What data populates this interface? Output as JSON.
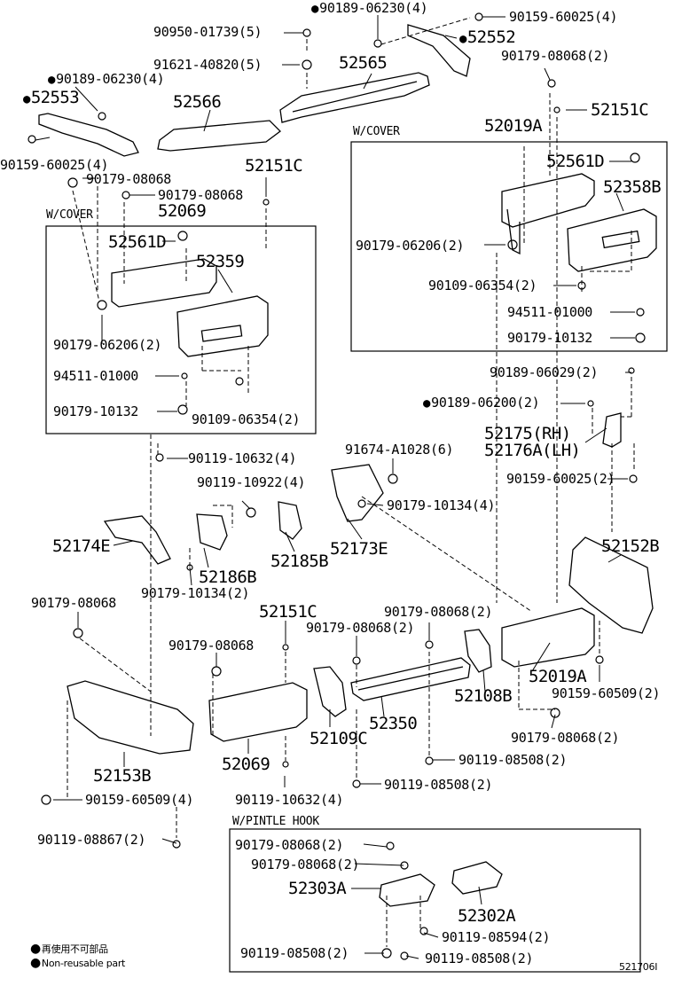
{
  "figure_code": "521706I",
  "legend": [
    {
      "id": "nonreusable_jp",
      "text": "再使用不可部品"
    },
    {
      "id": "nonreusable_en",
      "text": "Non-reusable part"
    }
  ],
  "groups": [
    {
      "id": "cover_left",
      "title": "W/COVER"
    },
    {
      "id": "cover_right",
      "title": "W/COVER"
    },
    {
      "id": "pintle",
      "title": "W/PINTLE HOOK"
    }
  ],
  "callouts": [
    {
      "id": "c01",
      "text": "90189-06230(4)",
      "nonreusable": true
    },
    {
      "id": "c02",
      "text": "90159-60025(4)",
      "nonreusable": false
    },
    {
      "id": "c03",
      "text": "90950-01739(5)",
      "nonreusable": false
    },
    {
      "id": "c04",
      "text": "52552",
      "nonreusable": true
    },
    {
      "id": "c05",
      "text": "91621-40820(5)",
      "nonreusable": false
    },
    {
      "id": "c06",
      "text": "52565",
      "nonreusable": false
    },
    {
      "id": "c07",
      "text": "90179-08068(2)",
      "nonreusable": false
    },
    {
      "id": "c08",
      "text": "90189-06230(4)",
      "nonreusable": true
    },
    {
      "id": "c09",
      "text": "52553",
      "nonreusable": true
    },
    {
      "id": "c10",
      "text": "52566",
      "nonreusable": false
    },
    {
      "id": "c11",
      "text": "52151C",
      "nonreusable": false
    },
    {
      "id": "c12",
      "text": "52019A",
      "nonreusable": false
    },
    {
      "id": "c13",
      "text": "90159-60025(4)",
      "nonreusable": false
    },
    {
      "id": "c14",
      "text": "90179-08068",
      "nonreusable": false
    },
    {
      "id": "c15",
      "text": "52151C",
      "nonreusable": false
    },
    {
      "id": "c16",
      "text": "90179-08068",
      "nonreusable": false
    },
    {
      "id": "c17",
      "text": "52069",
      "nonreusable": false
    },
    {
      "id": "c18",
      "text": "52561D",
      "nonreusable": false
    },
    {
      "id": "c19",
      "text": "52358B",
      "nonreusable": false
    },
    {
      "id": "c20",
      "text": "52561D",
      "nonreusable": false
    },
    {
      "id": "c21",
      "text": "52359",
      "nonreusable": false
    },
    {
      "id": "c22",
      "text": "90179-06206(2)",
      "nonreusable": false
    },
    {
      "id": "c23",
      "text": "90109-06354(2)",
      "nonreusable": false
    },
    {
      "id": "c24",
      "text": "94511-01000",
      "nonreusable": false
    },
    {
      "id": "c25",
      "text": "90179-10132",
      "nonreusable": false
    },
    {
      "id": "c26",
      "text": "90179-06206(2)",
      "nonreusable": false
    },
    {
      "id": "c27",
      "text": "94511-01000",
      "nonreusable": false
    },
    {
      "id": "c28",
      "text": "90179-10132",
      "nonreusable": false
    },
    {
      "id": "c29",
      "text": "90109-06354(2)",
      "nonreusable": false
    },
    {
      "id": "c30",
      "text": "90189-06029(2)",
      "nonreusable": false
    },
    {
      "id": "c31",
      "text": "90189-06200(2)",
      "nonreusable": true
    },
    {
      "id": "c32",
      "text": "52175(RH)",
      "nonreusable": false
    },
    {
      "id": "c33",
      "text": "52176A(LH)",
      "nonreusable": false
    },
    {
      "id": "c34",
      "text": "90119-10632(4)",
      "nonreusable": false
    },
    {
      "id": "c35",
      "text": "91674-A1028(6)",
      "nonreusable": false
    },
    {
      "id": "c36",
      "text": "90119-10922(4)",
      "nonreusable": false
    },
    {
      "id": "c37",
      "text": "90159-60025(2)",
      "nonreusable": false
    },
    {
      "id": "c38",
      "text": "90179-10134(4)",
      "nonreusable": false
    },
    {
      "id": "c39",
      "text": "52174E",
      "nonreusable": false
    },
    {
      "id": "c40",
      "text": "52186B",
      "nonreusable": false
    },
    {
      "id": "c41",
      "text": "52185B",
      "nonreusable": false
    },
    {
      "id": "c42",
      "text": "52173E",
      "nonreusable": false
    },
    {
      "id": "c43",
      "text": "52152B",
      "nonreusable": false
    },
    {
      "id": "c44",
      "text": "90179-10134(2)",
      "nonreusable": false
    },
    {
      "id": "c45",
      "text": "90179-08068",
      "nonreusable": false
    },
    {
      "id": "c46",
      "text": "52151C",
      "nonreusable": false
    },
    {
      "id": "c47",
      "text": "90179-08068(2)",
      "nonreusable": false
    },
    {
      "id": "c48",
      "text": "90179-08068(2)",
      "nonreusable": false
    },
    {
      "id": "c49",
      "text": "90179-08068",
      "nonreusable": false
    },
    {
      "id": "c50",
      "text": "52019A",
      "nonreusable": false
    },
    {
      "id": "c51",
      "text": "52108B",
      "nonreusable": false
    },
    {
      "id": "c52",
      "text": "90159-60509(2)",
      "nonreusable": false
    },
    {
      "id": "c53",
      "text": "52350",
      "nonreusable": false
    },
    {
      "id": "c54",
      "text": "52109C",
      "nonreusable": false
    },
    {
      "id": "c55",
      "text": "90179-08068(2)",
      "nonreusable": false
    },
    {
      "id": "c56",
      "text": "52153B",
      "nonreusable": false
    },
    {
      "id": "c57",
      "text": "52069",
      "nonreusable": false
    },
    {
      "id": "c58",
      "text": "90119-08508(2)",
      "nonreusable": false
    },
    {
      "id": "c59",
      "text": "90119-08508(2)",
      "nonreusable": false
    },
    {
      "id": "c60",
      "text": "90159-60509(4)",
      "nonreusable": false
    },
    {
      "id": "c61",
      "text": "90119-10632(4)",
      "nonreusable": false
    },
    {
      "id": "c62",
      "text": "90119-08867(2)",
      "nonreusable": false
    },
    {
      "id": "c63",
      "text": "90179-08068(2)",
      "nonreusable": false
    },
    {
      "id": "c64",
      "text": "90179-08068(2)",
      "nonreusable": false
    },
    {
      "id": "c65",
      "text": "52303A",
      "nonreusable": false
    },
    {
      "id": "c66",
      "text": "52302A",
      "nonreusable": false
    },
    {
      "id": "c67",
      "text": "90119-08594(2)",
      "nonreusable": false
    },
    {
      "id": "c68",
      "text": "90119-08508(2)",
      "nonreusable": false
    },
    {
      "id": "c69",
      "text": "90119-08508(2)",
      "nonreusable": false
    }
  ]
}
